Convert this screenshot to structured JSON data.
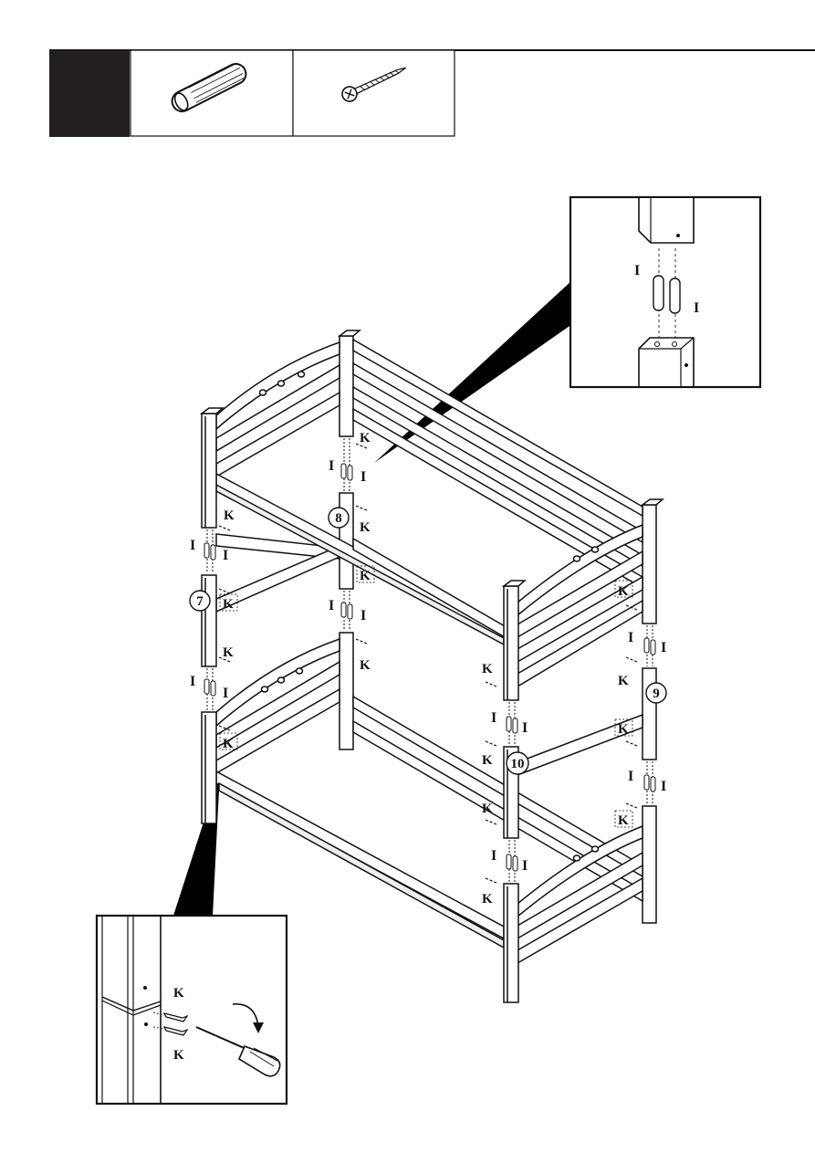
{
  "parts_table": {
    "header_color": "#231f20",
    "cells": [
      {
        "icon": "wooden-dowel-icon"
      },
      {
        "icon": "screw-icon"
      }
    ]
  },
  "labels": {
    "dowel": "I",
    "screw": "K"
  },
  "leg_numbers": [
    "7",
    "8",
    "9",
    "10"
  ]
}
